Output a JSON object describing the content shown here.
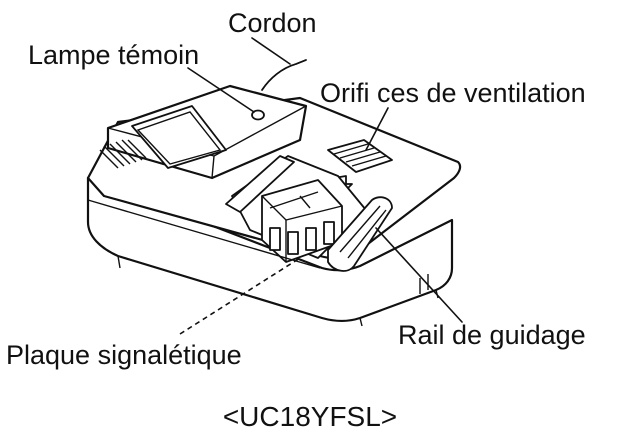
{
  "labels": {
    "cord": "Cordon",
    "pilot_lamp": "Lampe témoin",
    "vents": "Orifi ces de ventilation",
    "guide_rail": "Rail de guidage",
    "nameplate": "Plaque signalétique"
  },
  "caption": "<UC18YFSL>"
}
